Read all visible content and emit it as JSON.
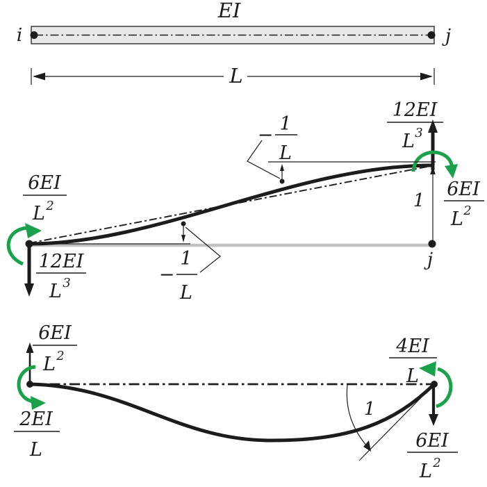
{
  "colors": {
    "green": "#1aa14b",
    "beam_fill": "#e9e9e9",
    "baseline_gray": "#c3c3c3",
    "ink": "#1c1c1c"
  },
  "beam_diagram": {
    "stiffness_label": "EI",
    "node_left": "i",
    "node_right": "j"
  },
  "dimension": {
    "length_label": "L"
  },
  "translation_diagram": {
    "left_moment": {
      "num": "6EI",
      "den": "L",
      "exp": "2"
    },
    "left_shear": {
      "num": "12EI",
      "den": "L",
      "exp": "3"
    },
    "right_shear": {
      "num": "12EI",
      "den": "L",
      "exp": "3"
    },
    "right_moment": {
      "num": "6EI",
      "den": "L",
      "exp": "2"
    },
    "unit_displacement": "1",
    "node_right": "j",
    "slope_upper": {
      "sign": "−",
      "num": "1",
      "den": "L"
    },
    "slope_lower": {
      "sign": "−",
      "num": "1",
      "den": "L"
    }
  },
  "rotation_diagram": {
    "left_shear": {
      "num": "6EI",
      "den": "L",
      "exp": "2"
    },
    "left_moment": {
      "num": "2EI",
      "den": "L"
    },
    "right_moment": {
      "num": "4EI",
      "den": "L"
    },
    "right_shear": {
      "num": "6EI",
      "den": "L",
      "exp": "2"
    },
    "unit_rotation": "1"
  }
}
